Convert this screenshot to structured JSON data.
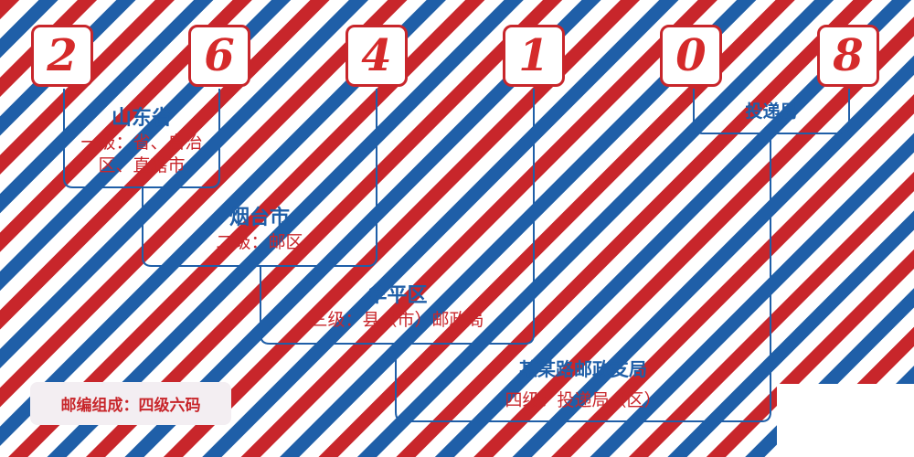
{
  "postcode": {
    "digits": [
      "2",
      "6",
      "4",
      "1",
      "0",
      "8"
    ]
  },
  "levels": [
    {
      "region": "山东省",
      "description": "一级：省、自治区、直辖市"
    },
    {
      "region": "烟台市",
      "description": "二级：邮区"
    },
    {
      "region": "牟平区",
      "description": "三级：县（市）邮政局"
    },
    {
      "region": "某某路邮政支局",
      "description": "四级：投递局（区）"
    }
  ],
  "delivery_label": "投递局",
  "caption": "邮编组成：四级六码",
  "colors": {
    "red": "#c8262b",
    "blue": "#1f5fa8",
    "stripe_white": "#ffffff",
    "caption_bg": "#f3eef2"
  }
}
